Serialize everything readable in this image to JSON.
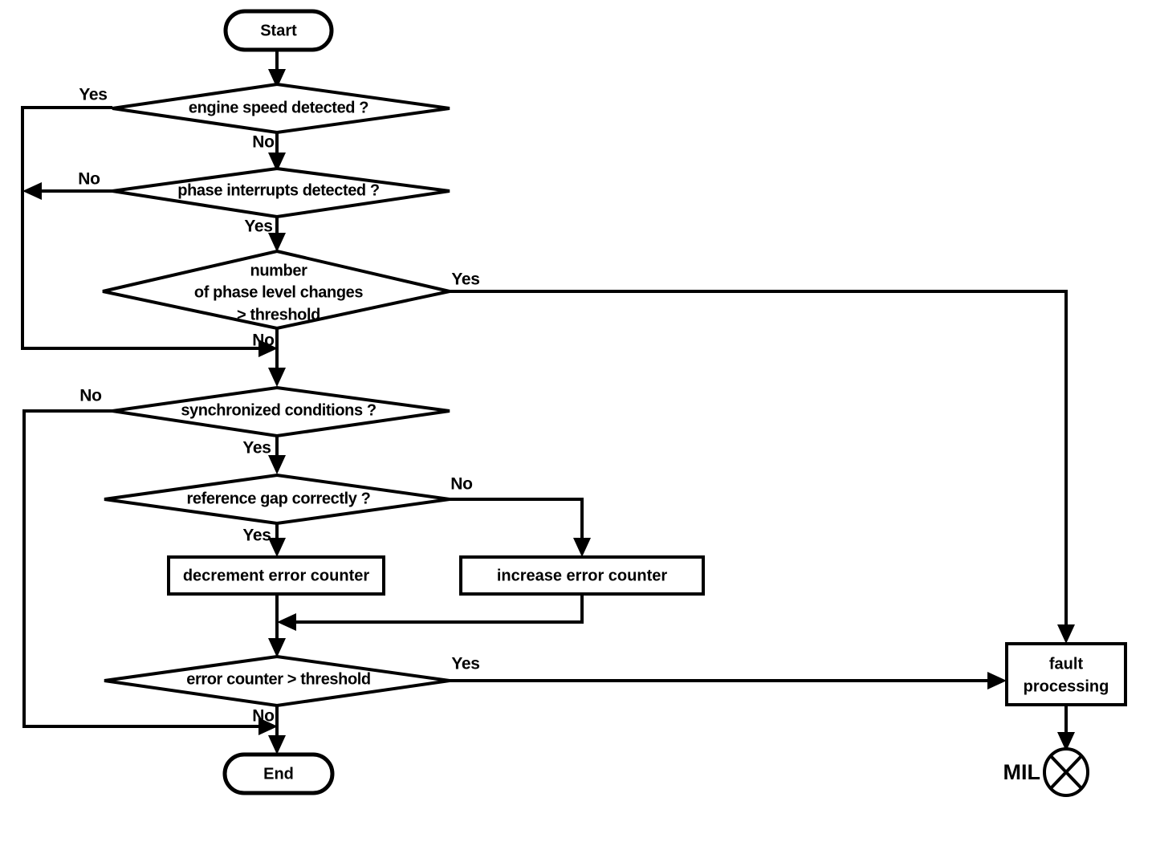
{
  "diagram": {
    "title": "Engine speed / phase sensor diagnosis flowchart",
    "background_color": "#ffffff",
    "line_color": "#000000",
    "shape_fill": "#ffffff"
  },
  "nodes": {
    "start": {
      "label": "Start",
      "type": "terminator"
    },
    "engine_speed": {
      "label": "engine speed detected ?",
      "type": "decision"
    },
    "phase_interrupts": {
      "label": "phase interrupts detected ?",
      "type": "decision"
    },
    "phase_level_changes": {
      "type": "decision",
      "line1": "number",
      "line2": "of phase level changes",
      "line3": "> threshold"
    },
    "synchronized": {
      "label": "synchronized conditions ?",
      "type": "decision"
    },
    "reference_gap": {
      "label": "reference gap correctly ?",
      "type": "decision"
    },
    "decrement_counter": {
      "label": "decrement error counter",
      "type": "process"
    },
    "increase_counter": {
      "label": "increase error counter",
      "type": "process"
    },
    "error_counter_threshold": {
      "label": "error counter > threshold",
      "type": "decision"
    },
    "fault_processing": {
      "type": "process",
      "line1": "fault",
      "line2": "processing"
    },
    "end": {
      "label": "End",
      "type": "terminator"
    },
    "mil": {
      "label": "MIL",
      "type": "indicator",
      "symbol": "circle-with-x"
    }
  },
  "edge_labels": {
    "engine_speed_yes": "Yes",
    "engine_speed_no": "No",
    "phase_interrupts_no": "No",
    "phase_interrupts_yes": "Yes",
    "phase_level_yes": "Yes",
    "phase_level_no": "No",
    "synchronized_no": "No",
    "synchronized_yes": "Yes",
    "reference_gap_no": "No",
    "reference_gap_yes": "Yes",
    "error_counter_yes": "Yes",
    "error_counter_no": "No"
  }
}
